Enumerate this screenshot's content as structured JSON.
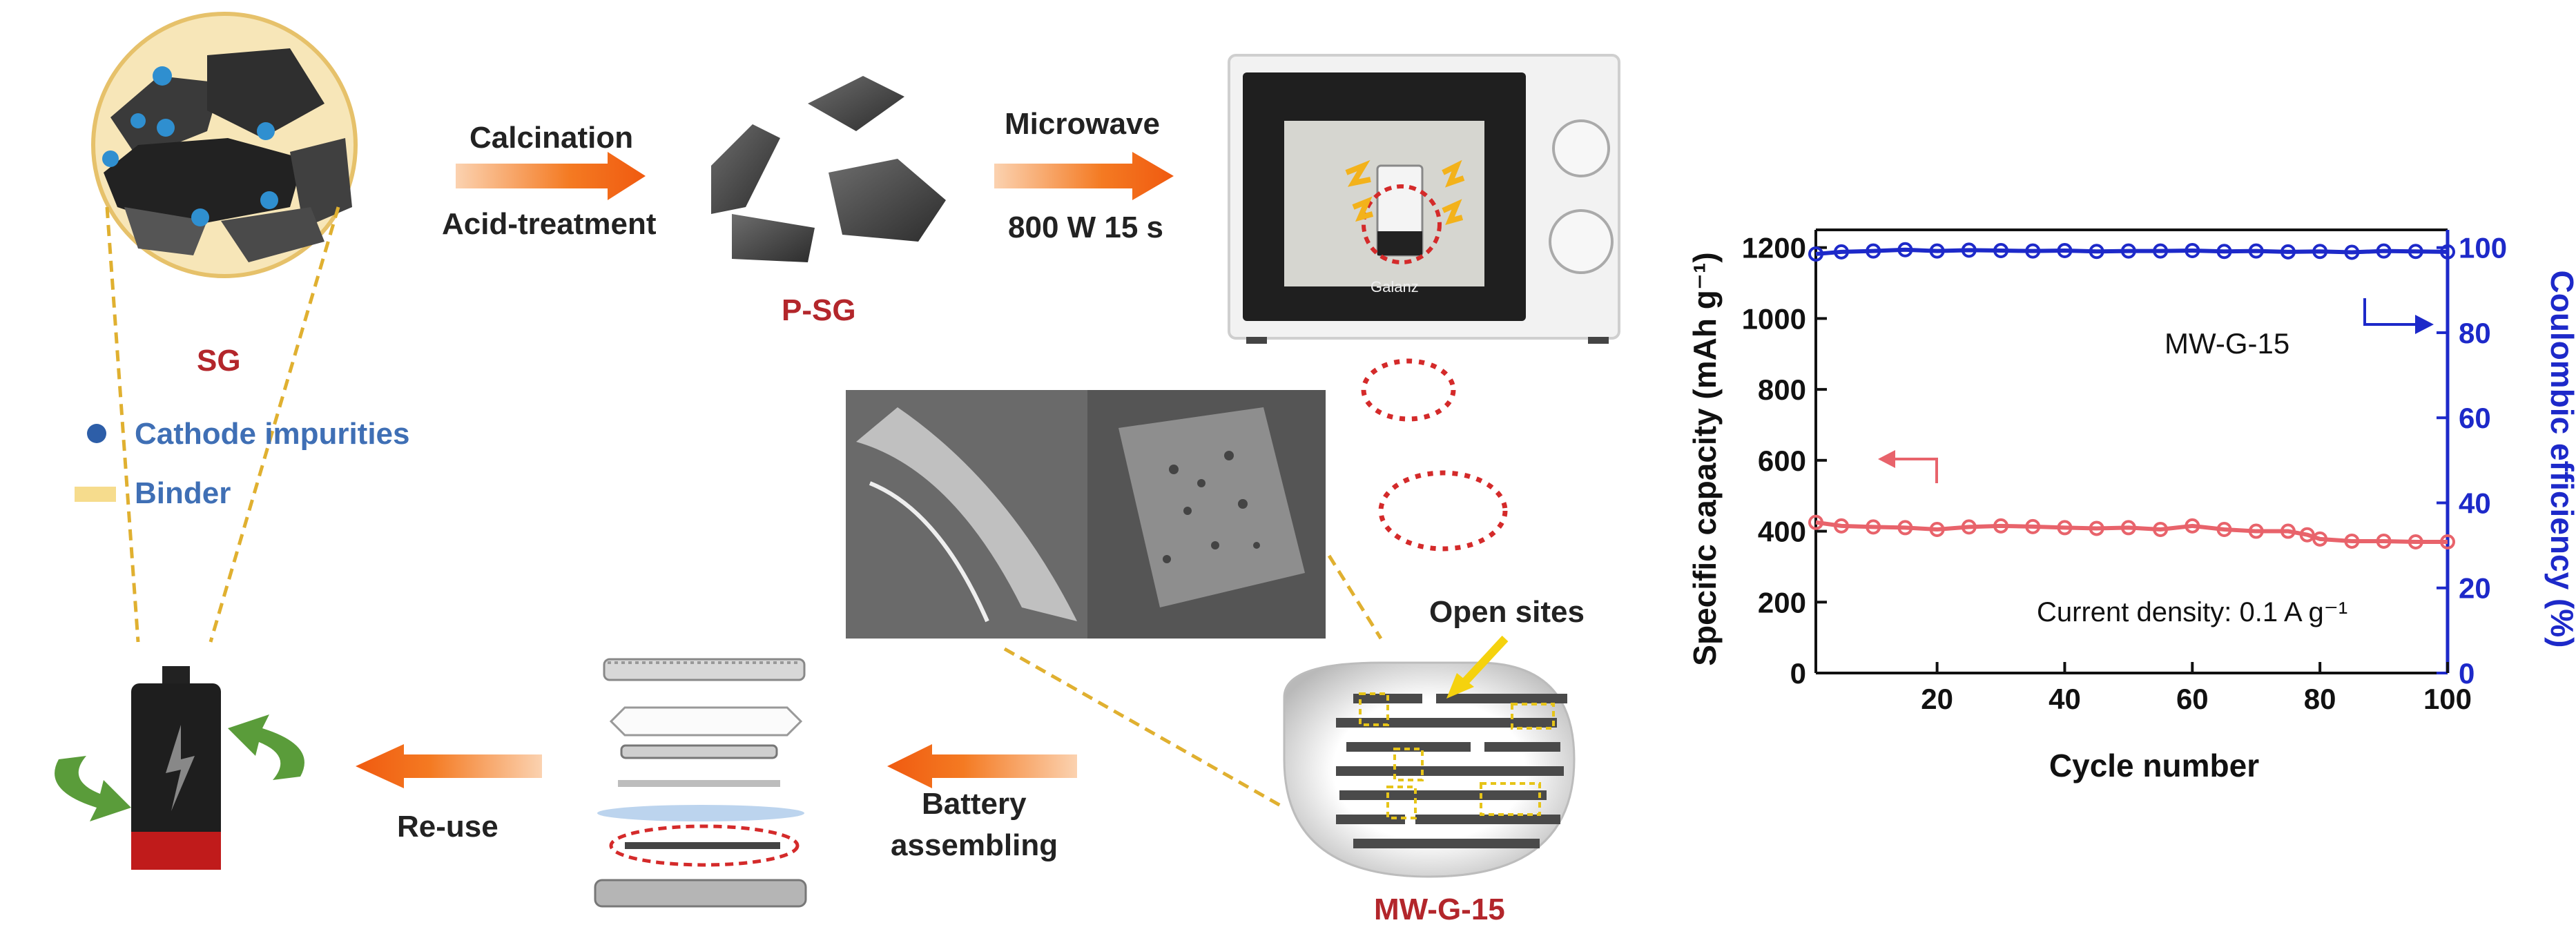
{
  "scheme": {
    "sg_label": "SG",
    "psg_label": "P-SG",
    "mwg_label": "MW-G-15",
    "step1_line1": "Calcination",
    "step1_line2": "Acid-treatment",
    "step2_line1": "Microwave",
    "step2_line2": "800 W  15 s",
    "microwave_brand": "Galanz",
    "legend_impurities": "Cathode impurities",
    "legend_binder": "Binder",
    "open_sites": "Open sites",
    "battery_assembling_1": "Battery",
    "battery_assembling_2": "assembling",
    "reuse": "Re-use",
    "colors": {
      "label_red": "#b3262b",
      "legend_blue": "#3f6fb5",
      "arrow_orange": "#f26a1b",
      "dashed_gold": "#e0b030"
    }
  },
  "chart_data": {
    "type": "line",
    "xlabel": "Cycle number",
    "ylabel_left": "Specific capacity (mAh g⁻¹)",
    "ylabel_right": "Coulombic efficiency (%)",
    "annotation_sample": "MW-G-15",
    "annotation_current": "Current density: 0.1 A g⁻¹",
    "xlim": [
      1,
      100
    ],
    "ylim_left": [
      0,
      1250
    ],
    "ylim_right": [
      0,
      104.17
    ],
    "x_ticks": [
      20,
      40,
      60,
      80,
      100
    ],
    "y_ticks_left": [
      0,
      200,
      400,
      600,
      800,
      1000,
      1200
    ],
    "y_ticks_right": [
      0,
      20,
      40,
      60,
      80,
      100
    ],
    "series": [
      {
        "axis": "left",
        "color": "#e8636b",
        "x": [
          1,
          5,
          10,
          15,
          20,
          25,
          30,
          35,
          40,
          45,
          50,
          55,
          60,
          65,
          70,
          75,
          78,
          80,
          85,
          90,
          95,
          100
        ],
        "values": [
          425,
          415,
          412,
          410,
          405,
          412,
          415,
          413,
          410,
          408,
          410,
          405,
          415,
          405,
          400,
          400,
          390,
          378,
          372,
          372,
          370,
          370
        ]
      },
      {
        "axis": "right",
        "color": "#1d29c9",
        "x": [
          1,
          5,
          10,
          15,
          20,
          25,
          30,
          35,
          40,
          45,
          50,
          55,
          60,
          65,
          70,
          75,
          80,
          85,
          90,
          95,
          100
        ],
        "values": [
          98.5,
          99,
          99.2,
          99.5,
          99.2,
          99.4,
          99.3,
          99.2,
          99.3,
          99.1,
          99.2,
          99.2,
          99.3,
          99.1,
          99.2,
          99.0,
          99.1,
          98.9,
          99.2,
          99.1,
          99.0
        ]
      }
    ]
  }
}
